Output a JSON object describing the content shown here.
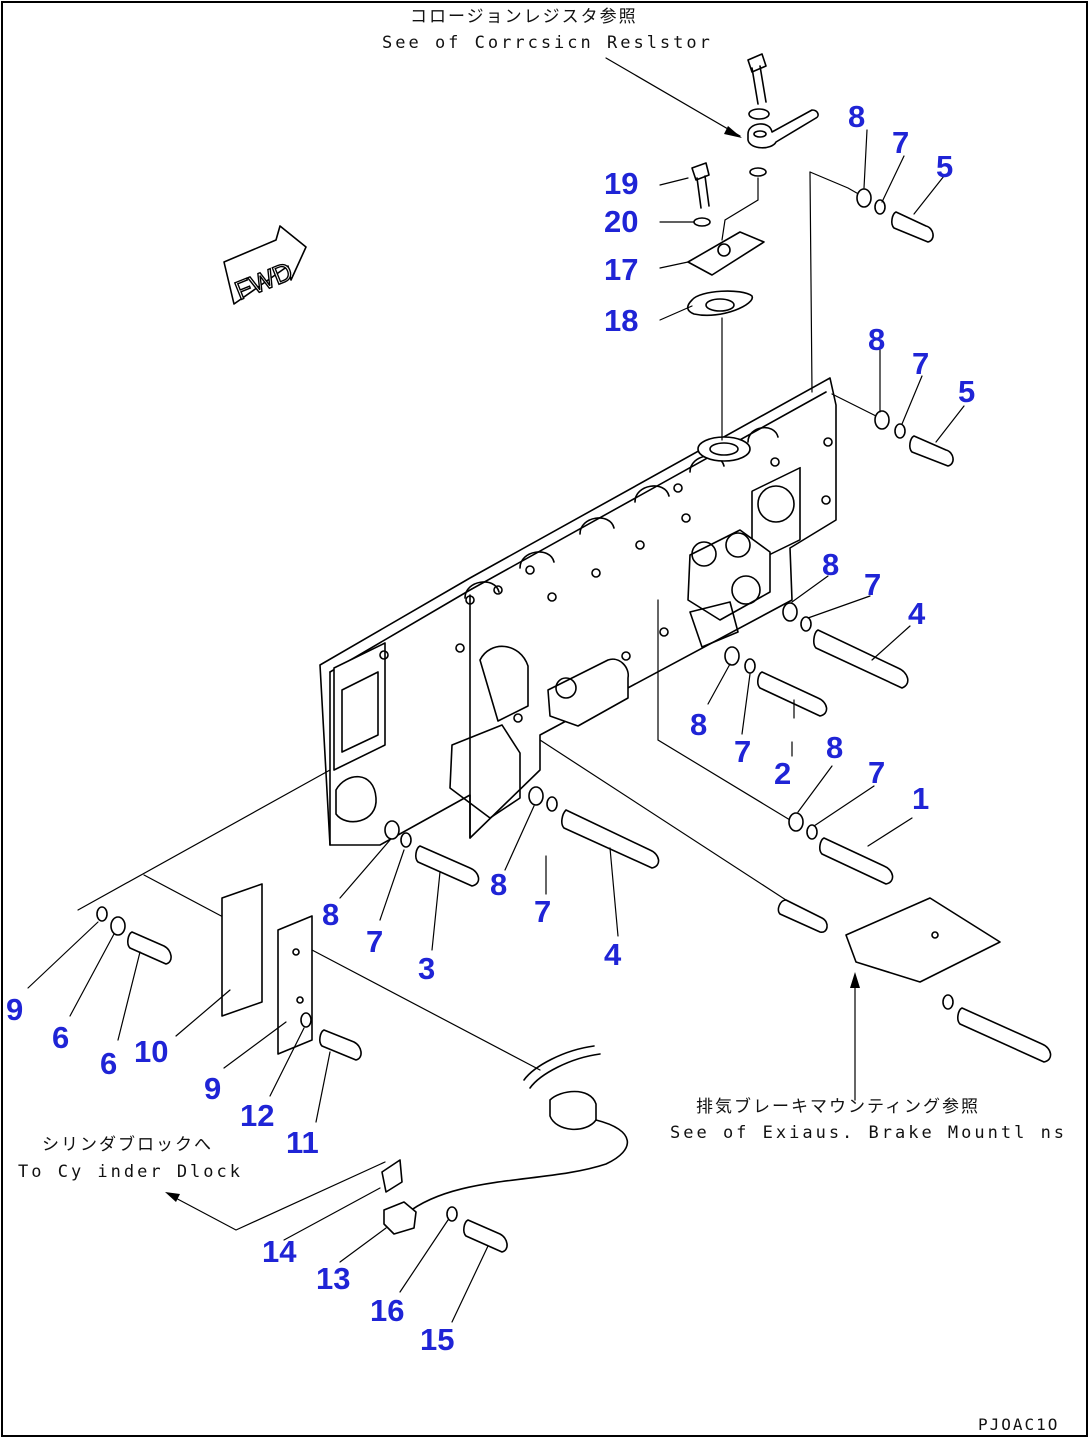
{
  "notes": {
    "corrosion_jp": "コロージョンレジスタ参照",
    "corrosion_en": "See of Corrcsicn Reslstor",
    "exhaust_jp": "排気ブレーキマウンティング参照",
    "exhaust_en": "See of Exiaus. Brake Mountl ns",
    "cylinder_jp": "シリンダブロックへ",
    "cylinder_en": "To Cy inder Dlock",
    "forward": "FWD"
  },
  "drawing_code": "PJOAC1O",
  "callouts": [
    "1",
    "2",
    "3",
    "4",
    "4",
    "5",
    "5",
    "6",
    "7",
    "7",
    "7",
    "7",
    "7",
    "7",
    "7",
    "8",
    "8",
    "8",
    "8",
    "8",
    "8",
    "8",
    "9",
    "10",
    "11",
    "12",
    "13",
    "14",
    "15",
    "16",
    "17",
    "18",
    "19",
    "20"
  ]
}
